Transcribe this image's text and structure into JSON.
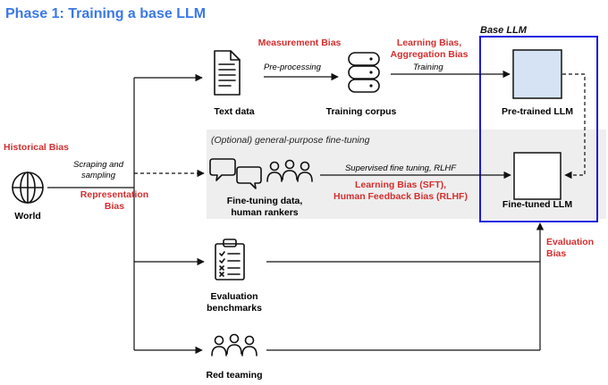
{
  "title": "Phase 1: Training a base LLM",
  "nodes": {
    "world": "World",
    "text_data": "Text data",
    "training_corpus": "Training corpus",
    "finetuning_data": [
      "Fine-tuning data,",
      "human rankers"
    ],
    "eval_benchmarks": [
      "Evaluation",
      "benchmarks"
    ],
    "red_teaming": "Red teaming",
    "pretrained_llm": "Pre-trained LLM",
    "finetuned_llm": "Fine-tuned LLM",
    "base_llm": "Base LLM"
  },
  "edge_labels": {
    "scraping": [
      "Scraping and",
      "sampling"
    ],
    "preprocessing": "Pre-processing",
    "training": "Training",
    "optional_finetuning": "(Optional) general-purpose fine-tuning",
    "supervised": "Supervised fine tuning, RLHF"
  },
  "biases": {
    "historical": "Historical Bias",
    "representation": [
      "Representation",
      "Bias"
    ],
    "measurement": "Measurement Bias",
    "learning_aggregation": [
      "Learning Bias,",
      "Aggregation Bias"
    ],
    "learning_sft": [
      "Learning Bias (SFT),",
      "Human Feedback Bias (RLHF)"
    ],
    "evaluation": [
      "Evaluation",
      "Bias"
    ]
  },
  "colors": {
    "title": "#3b78e7",
    "bias": "#d32f2f",
    "base_box": "#1a1adf",
    "pretrained_fill": "#d5e3f5",
    "finetune_band": "#eeeeee"
  }
}
